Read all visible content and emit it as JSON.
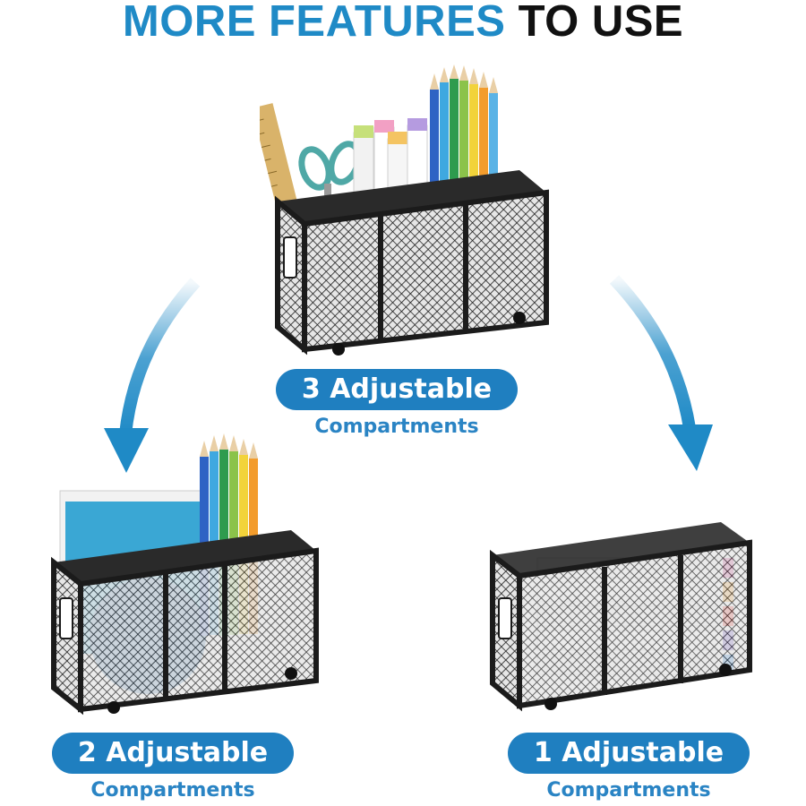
{
  "headline": {
    "part1": "MORE FEATURES",
    "part2": "TO USE"
  },
  "options": [
    {
      "pill": "3 Adjustable",
      "caption": "Compartments",
      "compartments": 3
    },
    {
      "pill": "2 Adjustable",
      "caption": "Compartments",
      "compartments": 2
    },
    {
      "pill": "1 Adjustable",
      "caption": "Compartments",
      "compartments": 1
    }
  ],
  "colors": {
    "accent": "#1f8ac6",
    "pill": "#1f7fc0",
    "frame": "#1b1b1b"
  },
  "icons": [
    "curved-arrow-left-icon",
    "curved-arrow-right-icon"
  ]
}
